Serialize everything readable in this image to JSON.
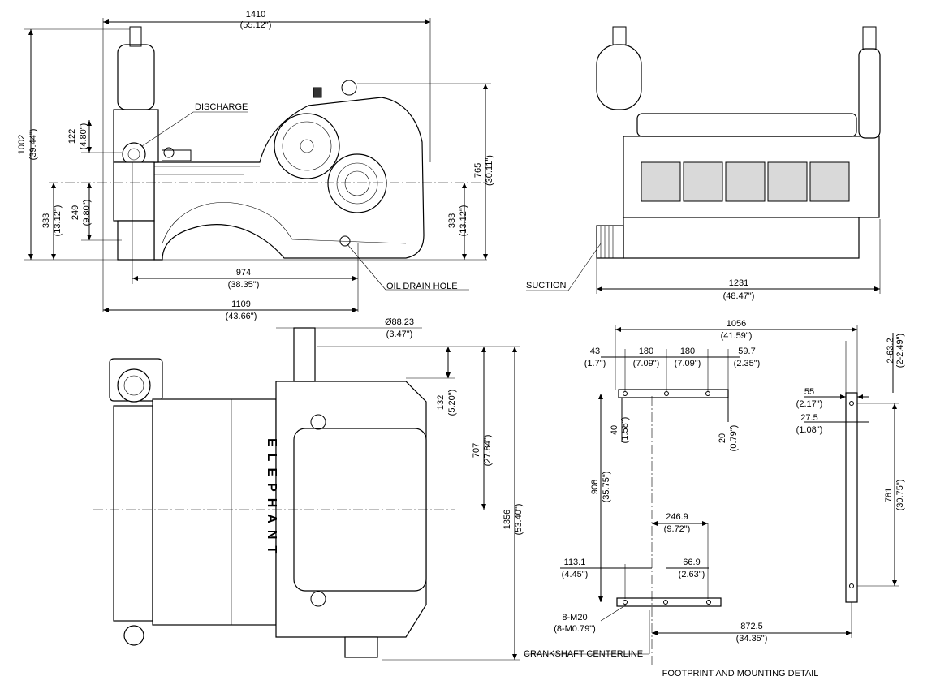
{
  "brand_text": "ELEPHANT",
  "callouts": {
    "discharge": "DISCHARGE",
    "oil_drain_hole": "OIL DRAIN HOLE",
    "suction": "SUCTION",
    "crankshaft_centerline": "CRANKSHAFT CENTERLINE",
    "footprint_title": "FOOTPRINT AND MOUNTING DETAIL"
  },
  "side_view": {
    "overall_length": {
      "mm": "1410",
      "in": "(55.12\")"
    },
    "overall_height": {
      "mm": "1002",
      "in": "(39.44\")"
    },
    "discharge_offset": {
      "mm": "122",
      "in": "(4.80\")"
    },
    "discharge_height": {
      "mm": "249",
      "in": "(9.80\")"
    },
    "centerline_height_left": {
      "mm": "333",
      "in": "(13.12\")"
    },
    "centerline_height_right": {
      "mm": "333",
      "in": "(13.12\")"
    },
    "frame_height": {
      "mm": "765",
      "in": "(30.11\")"
    },
    "drain_to_discharge": {
      "mm": "974",
      "in": "(38.35\")"
    },
    "drain_to_rear": {
      "mm": "1109",
      "in": "(43.66\")"
    }
  },
  "front_view": {
    "width": {
      "mm": "1231",
      "in": "(48.47\")"
    }
  },
  "top_view": {
    "shaft_diameter": {
      "mm": "Ø88.23",
      "in": "(3.47\")"
    },
    "shaft_length": {
      "mm": "132",
      "in": "(5.20\")"
    },
    "shaft_to_center": {
      "mm": "707",
      "in": "(27.84\")"
    },
    "overall_width": {
      "mm": "1356",
      "in": "(53.40\")"
    }
  },
  "footprint": {
    "overall": {
      "mm": "1056",
      "in": "(41.59\")"
    },
    "edge_left": {
      "mm": "43",
      "in": "(1.7\")"
    },
    "pitch_1": {
      "mm": "180",
      "in": "(7.09\")"
    },
    "pitch_2": {
      "mm": "180",
      "in": "(7.09\")"
    },
    "edge_right": {
      "mm": "59.7",
      "in": "(2.35\")"
    },
    "rail_height": {
      "mm": "63.2",
      "prefix": "2-",
      "in": "(2-2.49\")"
    },
    "rail_width": {
      "mm": "55",
      "in": "(2.17\")"
    },
    "rail_hole_offset": {
      "mm": "27.5",
      "in": "(1.08\")"
    },
    "foot_depth": {
      "mm": "40",
      "in": "(1.58\")"
    },
    "foot_hole": {
      "mm": "20",
      "in": "(0.79\")"
    },
    "rail_length": {
      "mm": "908",
      "in": "(35.75\")"
    },
    "rail_span": {
      "mm": "781",
      "in": "(30.75\")"
    },
    "cl_to_rear_hole": {
      "mm": "246.9",
      "in": "(9.72\")"
    },
    "front_left": {
      "mm": "113.1",
      "in": "(4.45\")"
    },
    "front_right": {
      "mm": "66.9",
      "in": "(2.63\")"
    },
    "bolts": {
      "mm": "8-M20",
      "in": "(8-M0.79\")"
    },
    "cl_to_rail": {
      "mm": "872.5",
      "in": "(34.35\")"
    }
  }
}
